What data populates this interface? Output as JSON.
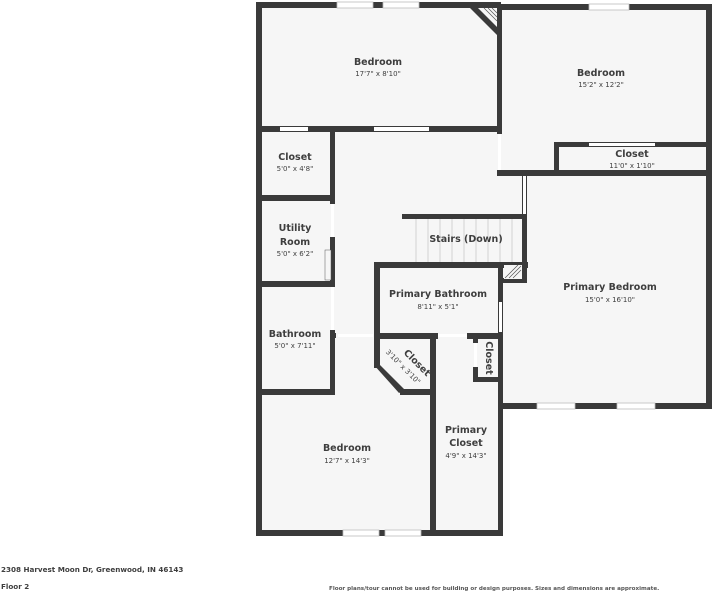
{
  "plan": {
    "floor_label": "Floor 2",
    "colors": {
      "wall": "#3a3a3a",
      "floor": "#f6f6f6",
      "background": "#ffffff"
    },
    "rooms": [
      {
        "id": "bedroom-1",
        "name": "Bedroom",
        "dims": "17'7\" x 8'10\""
      },
      {
        "id": "bedroom-2",
        "name": "Bedroom",
        "dims": "15'2\" x 12'2\""
      },
      {
        "id": "closet-bedroom-2",
        "name": "Closet",
        "dims": "11'0\" x 1'10\""
      },
      {
        "id": "closet-hall",
        "name": "Closet",
        "dims": "5'0\" x 4'8\""
      },
      {
        "id": "utility-room",
        "name_line1": "Utility",
        "name_line2": "Room",
        "dims": "5'0\" x 6'2\""
      },
      {
        "id": "stairs",
        "name": "Stairs (Down)"
      },
      {
        "id": "primary-bathroom",
        "name": "Primary Bathroom",
        "dims": "8'11\" x 5'1\""
      },
      {
        "id": "primary-bedroom",
        "name": "Primary Bedroom",
        "dims": "15'0\" x 16'10\""
      },
      {
        "id": "bathroom",
        "name": "Bathroom",
        "dims": "5'0\" x 7'11\""
      },
      {
        "id": "closet-angled",
        "name": "Closet",
        "dims": "3'10\" x 3'10\""
      },
      {
        "id": "closet-small",
        "name": "Closet"
      },
      {
        "id": "bedroom-3",
        "name": "Bedroom",
        "dims": "12'7\" x 14'3\""
      },
      {
        "id": "primary-closet",
        "name_line1": "Primary",
        "name_line2": "Closet",
        "dims": "4'9\" x 14'3\""
      }
    ]
  },
  "footer": {
    "address": "2308 Harvest Moon Dr, Greenwood, IN 46143",
    "floor": "Floor 2",
    "disclaimer": "Floor plans/tour cannot be used for building or design purposes. Sizes and dimensions are approximate."
  }
}
